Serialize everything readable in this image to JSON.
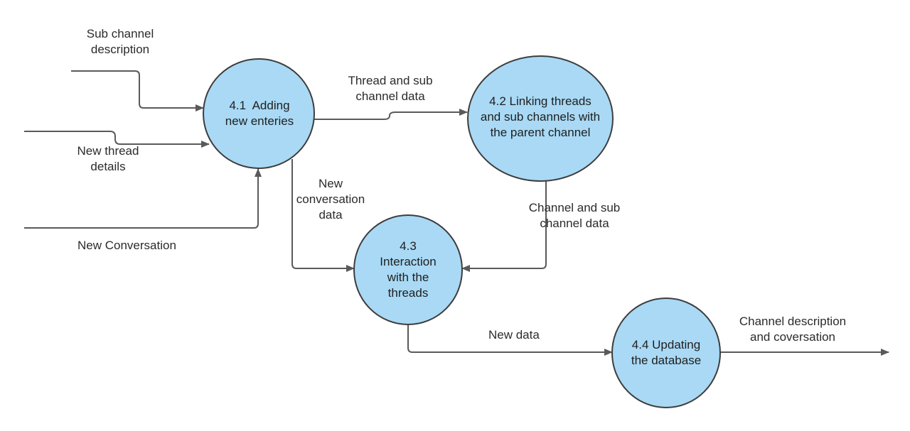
{
  "colors": {
    "process_fill": "#a9d9f5",
    "process_stroke": "#3d3d3d",
    "flow_line": "#5a5a5a",
    "text": "#2b2b2b"
  },
  "processes": {
    "p41": "4.1  Adding\nnew enteries",
    "p42": "4.2 Linking threads\nand sub channels with\nthe parent channel",
    "p43": "4.3\nInteraction\nwith the\nthreads",
    "p44": "4.4 Updating\nthe database"
  },
  "flows": {
    "sub_channel_description": "Sub channel\ndescription",
    "new_thread_details": "New thread\ndetails",
    "new_conversation": "New Conversation",
    "thread_and_sub_channel_data": "Thread and sub\nchannel data",
    "new_conversation_data": "New\nconversation\ndata",
    "channel_and_sub_channel_data": "Channel and sub\nchannel data",
    "new_data": "New data",
    "channel_description_and_conversation": "Channel description\nand coversation"
  }
}
